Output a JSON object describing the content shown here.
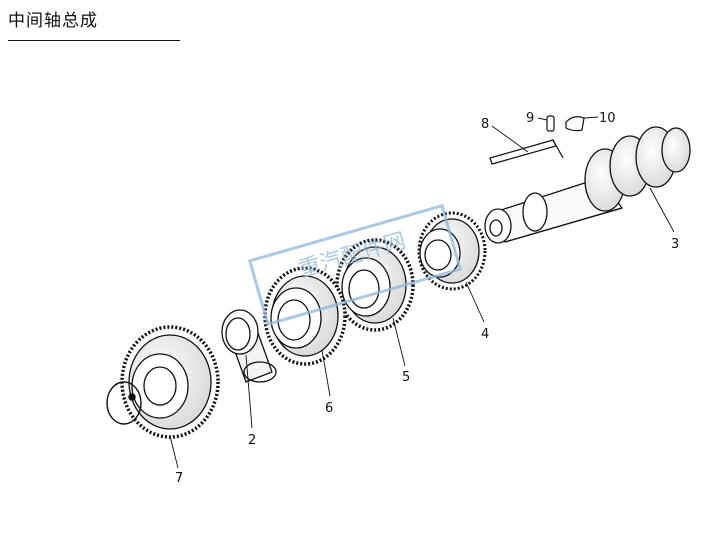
{
  "title": "中间轴总成",
  "callouts": [
    {
      "id": "c1",
      "label": "2"
    },
    {
      "id": "c2",
      "label": "3"
    },
    {
      "id": "c3",
      "label": "4"
    },
    {
      "id": "c4",
      "label": "5"
    },
    {
      "id": "c5",
      "label": "6"
    },
    {
      "id": "c6",
      "label": "7"
    },
    {
      "id": "c7",
      "label": "8"
    },
    {
      "id": "c8",
      "label": "9"
    },
    {
      "id": "c9",
      "label": "10"
    }
  ],
  "watermark": {
    "line1": "重汽配件网",
    "line2": "",
    "color": "#8fb7d8"
  },
  "colors": {
    "ink": "#111111",
    "shade": "#cfcfcf"
  }
}
